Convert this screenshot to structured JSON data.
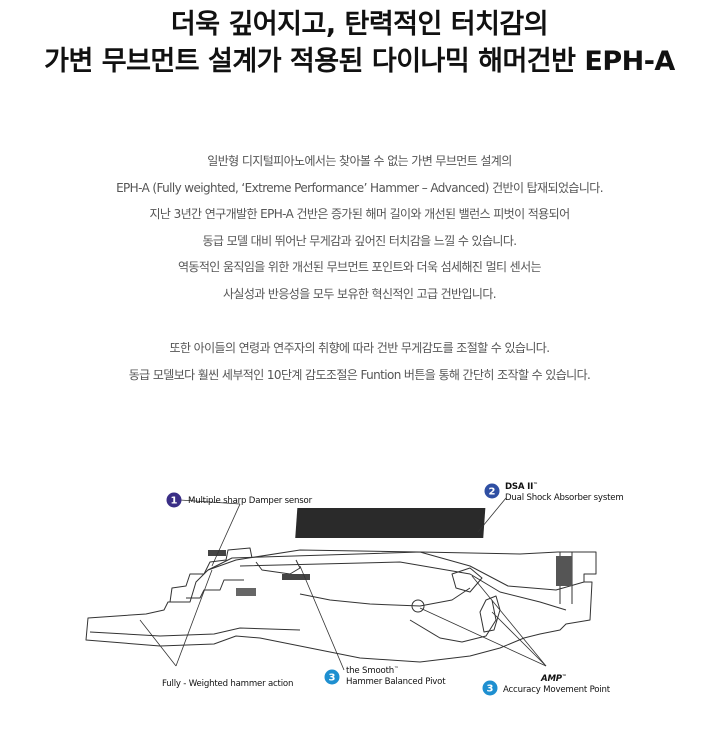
{
  "headline": {
    "line1": "더욱 깊어지고, 탄력적인 터치감의",
    "line2": "가변 무브먼트 설계가 적용된 다이나믹 해머건반 EPH-A"
  },
  "paragraphs": [
    [
      "일반형 디지털피아노에서는 찾아볼 수 없는 가변 무브먼트 설계의",
      "EPH-A (Fully weighted, ‘Extreme Performance’ Hammer – Advanced) 건반이 탑재되었습니다.",
      "지난 3년간 연구개발한 EPH-A 건반은 증가된 해머 길이와 개선된 밸런스 피벗이 적용되어",
      "동급 모델 대비 뛰어난 무게감과 깊어진 터치감을 느낄 수 있습니다.",
      "역동적인 움직임을 위한 개선된 무브먼트 포인트와 더욱 섬세해진 멀티 센서는",
      "사실성과 반응성을 모두 보유한 혁신적인 고급 건반입니다."
    ],
    [
      "또한 아이들의 연령과 연주자의 취향에 따라 건반 무게감도를 조절할 수 있습니다.",
      "동급 모델보다 훨씬 세부적인 10단계 감도조절은 Funtion 버튼을 통해 간단히 조작할 수 있습니다."
    ]
  ],
  "diagram": {
    "colors": {
      "badge1": "#3a2e86",
      "badge2": "#2f4fa3",
      "badge3": "#1e8fd0",
      "block": "#2a2a2a"
    },
    "labels": {
      "badge1": {
        "num": "1",
        "text": "Multiple sharp Damper sensor"
      },
      "badge2": {
        "num": "2",
        "title": "DSA II",
        "tm": "™",
        "text": "Dual Shock Absorber system"
      },
      "badge3a": {
        "num": "3",
        "title": "the Smooth",
        "tm": "™",
        "text": "Hammer Balanced  Pivot"
      },
      "badge3b": {
        "num": "3",
        "title": "AMP",
        "tm": "™",
        "text": "Accuracy Movement Point"
      },
      "fully": "Fully - Weighted hammer action"
    }
  }
}
